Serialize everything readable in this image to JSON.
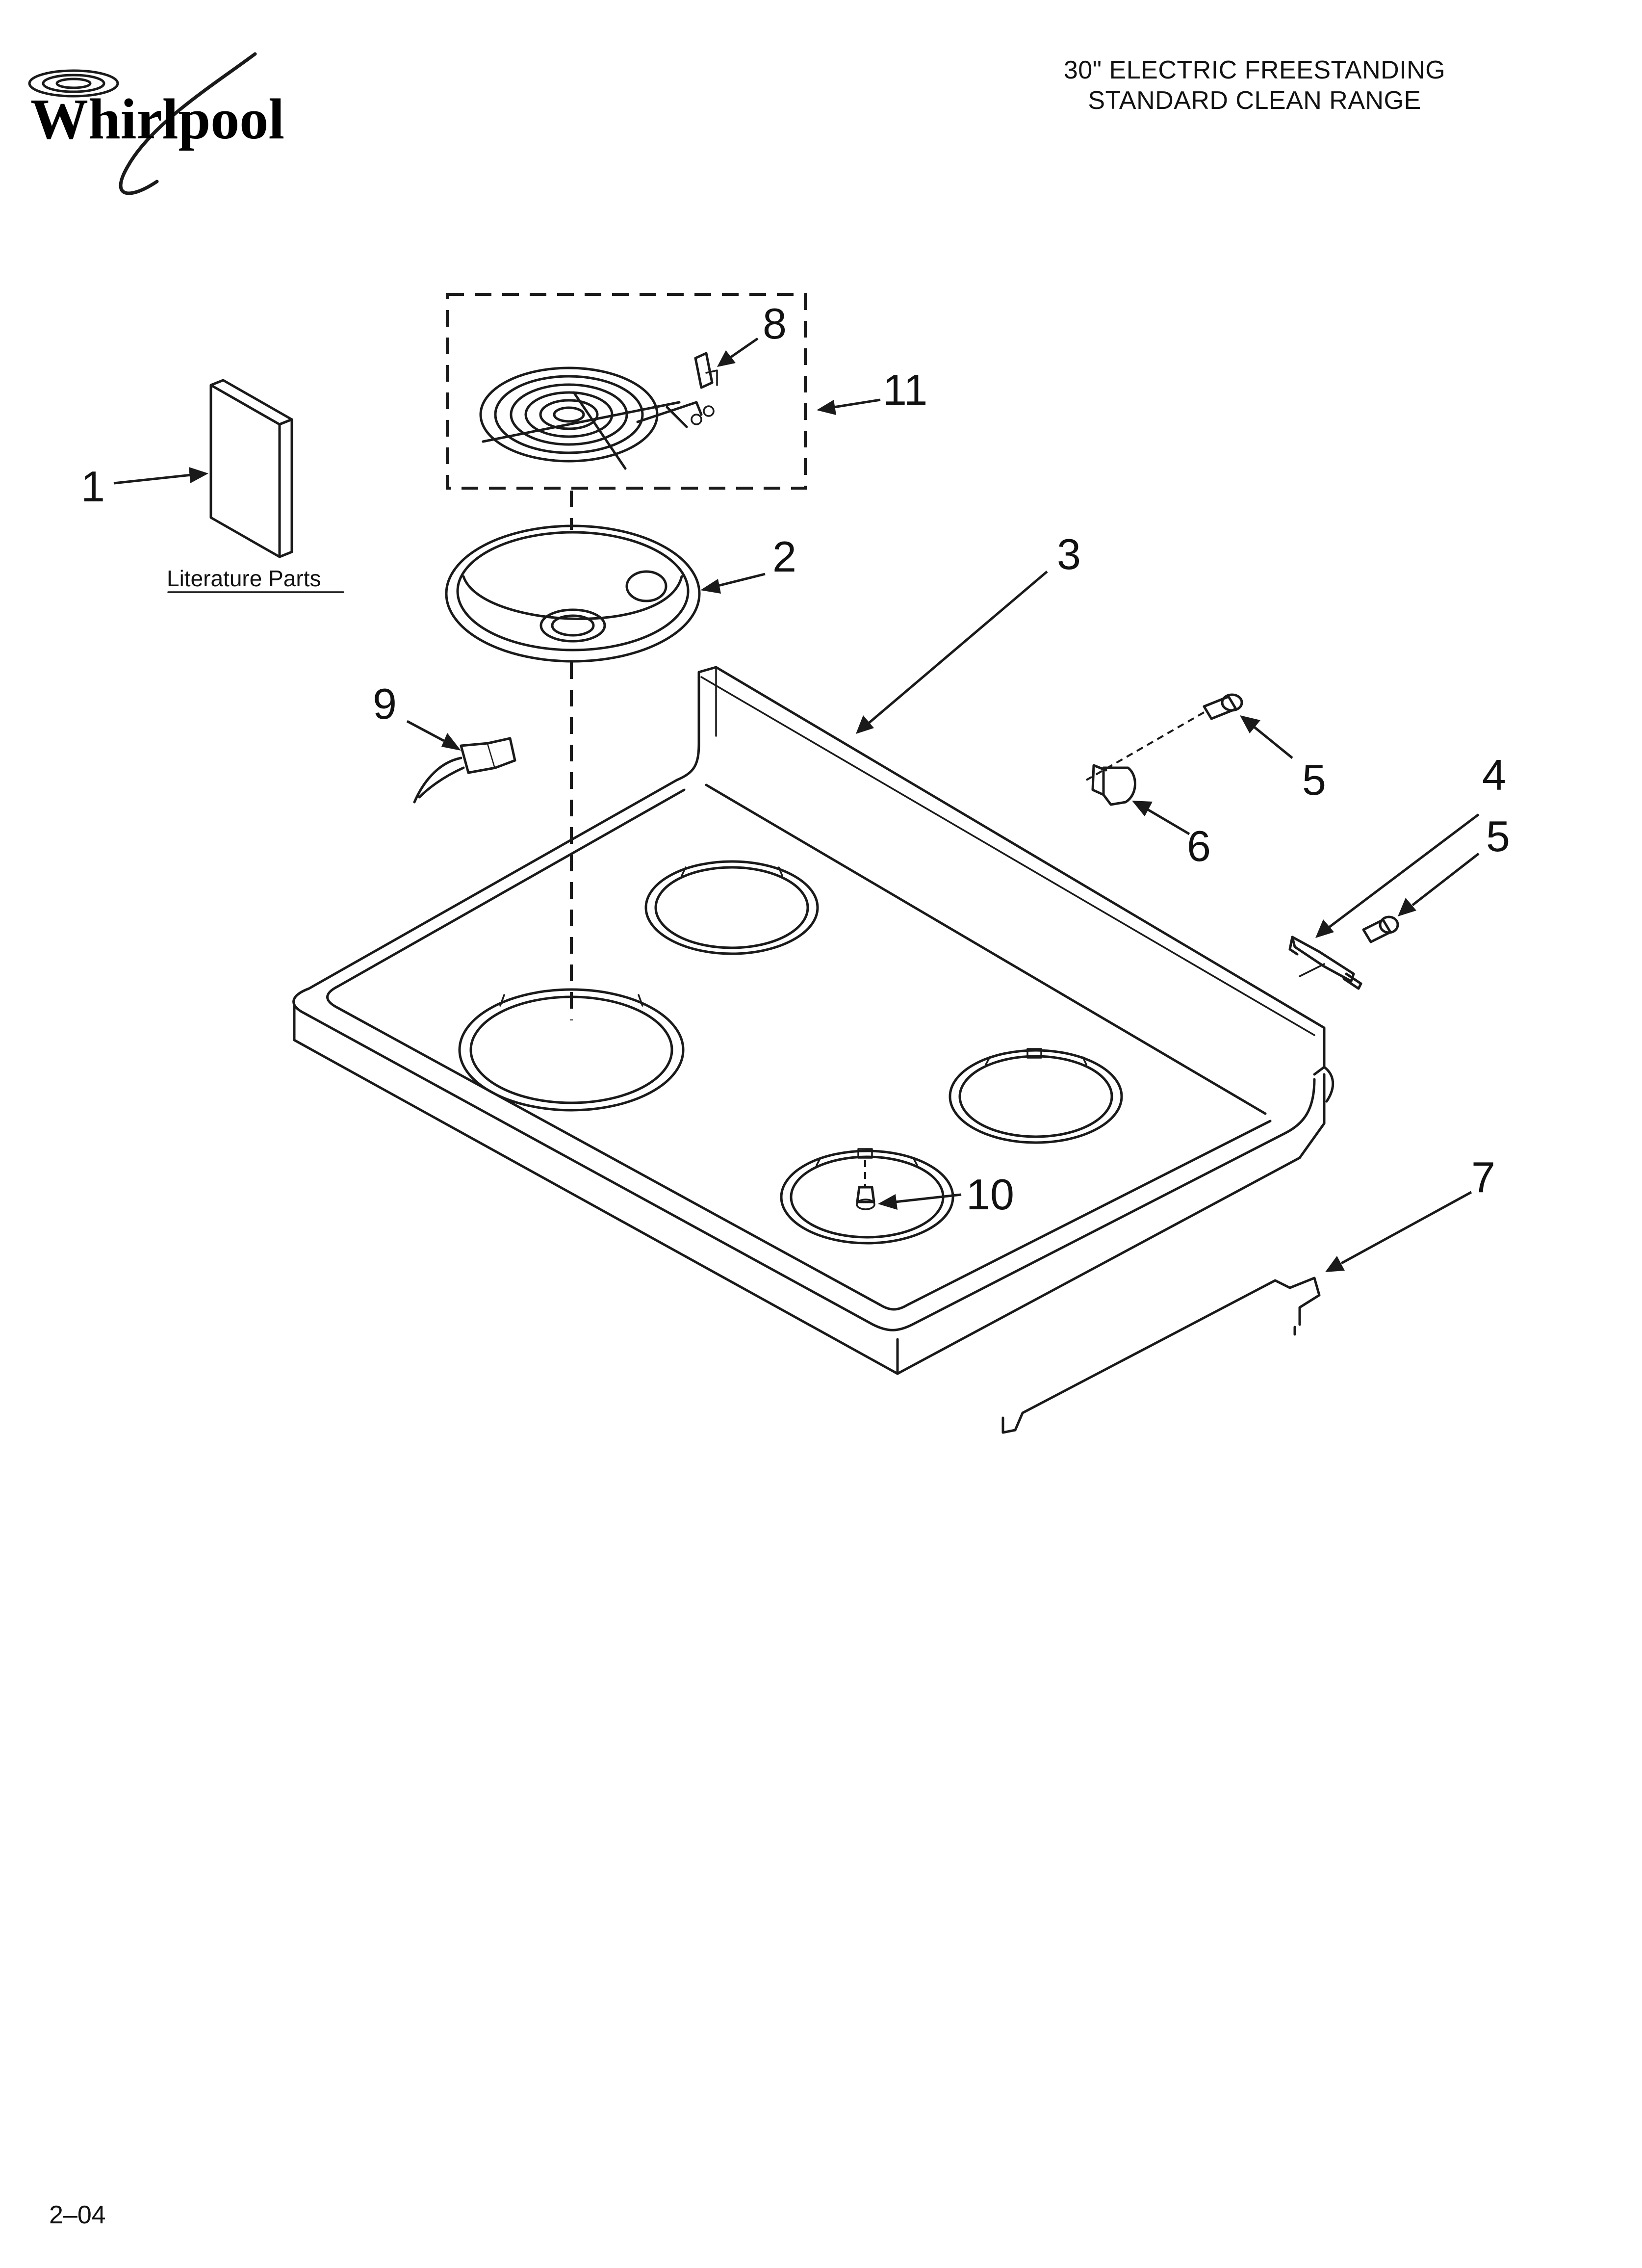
{
  "brand": {
    "logo_text": "Whirlpool"
  },
  "header": {
    "line1": "30\" ELECTRIC FREESTANDING",
    "line2": "STANDARD CLEAN RANGE"
  },
  "literature_label": "Literature Parts",
  "callouts": {
    "c1": "1",
    "c2": "2",
    "c3": "3",
    "c4": "4",
    "c5a": "5",
    "c5b": "5",
    "c6": "6",
    "c7": "7",
    "c8": "8",
    "c9": "9",
    "c10": "10",
    "c11": "11"
  },
  "footer": {
    "code": "2–04"
  }
}
